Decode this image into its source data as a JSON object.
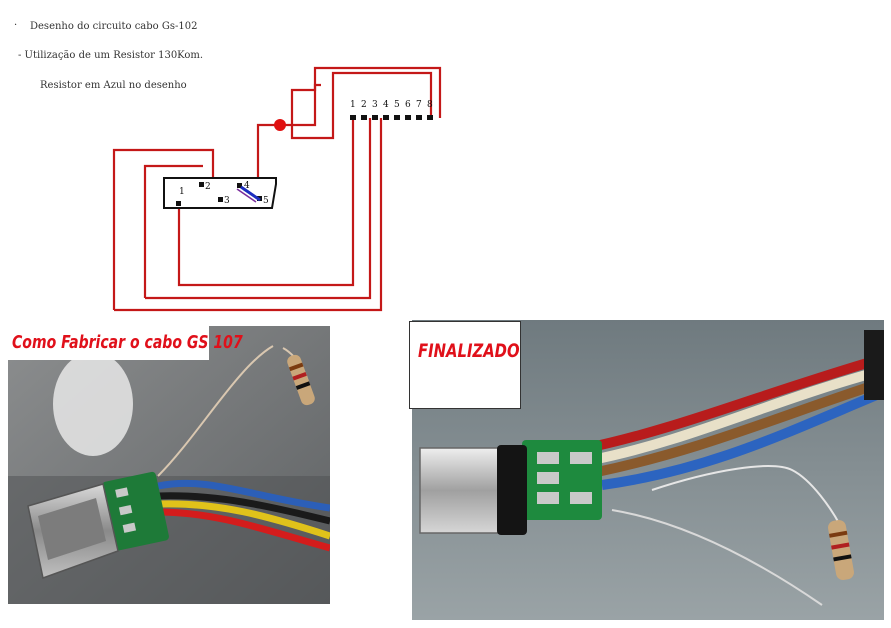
{
  "diagram": {
    "title_line": "Desenho do circuito cabo Gs-102",
    "resistor_line": "- Utilização de um Resistor 130Kom.",
    "blue_note": "Resistor em Azul no desenho",
    "bullet": "·",
    "usb_pins": [
      "1",
      "2",
      "3",
      "4",
      "5"
    ],
    "header_pins": [
      "1",
      "2",
      "3",
      "4",
      "5",
      "6",
      "7",
      "8"
    ],
    "colors": {
      "wire": "#c41818",
      "resistor": "#1c2ec0",
      "node": "#e01010",
      "pad": "#111111"
    }
  },
  "photo_left": {
    "caption": "Como Fabricar o cabo GS 107"
  },
  "photo_right": {
    "caption": "FINALIZADO"
  }
}
